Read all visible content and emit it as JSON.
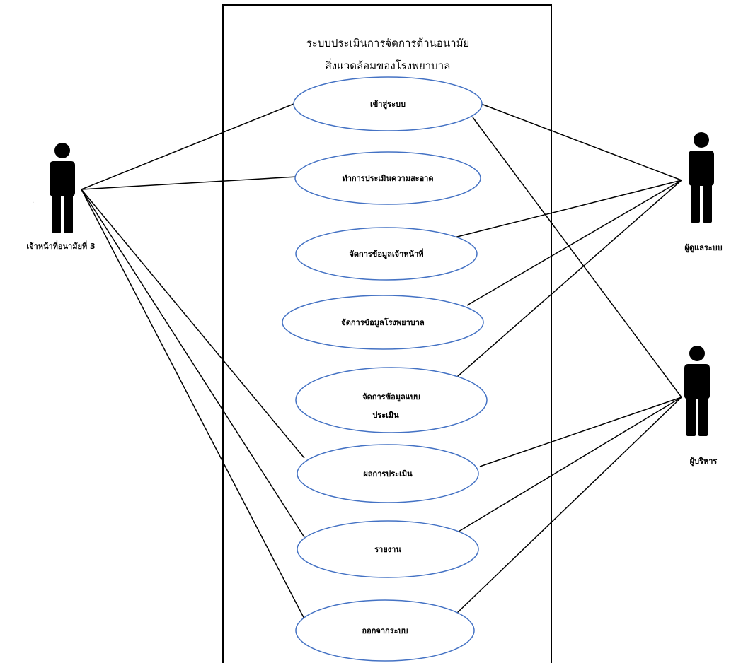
{
  "system": {
    "title_line1": "ระบบประเมินการจัดการด้านอนามัย",
    "title_line2": "สิ่งแวดล้อมของโรงพยาบาล"
  },
  "actors": {
    "officer": {
      "name": "เจ้าหน้าที่อนามัยที่ 3"
    },
    "auditor": {
      "name": "ผู้ดูแลระบบ"
    },
    "executive": {
      "name": "ผู้บริหาร"
    }
  },
  "use_cases": {
    "login": "เข้าสู่ระบบ",
    "evaluate_cleanliness": "ทำการประเมินความสะอาด",
    "manage_staff": "จัดการข้อมูลเจ้าหน้าที่",
    "manage_hospital": "จัดการข้อมูลโรงพยาบาล",
    "manage_form_line1": "จัดการข้อมูลแบบ",
    "manage_form_line2": "ประเมิน",
    "results": "ผลการประเมิน",
    "report": "รายงาน",
    "logout": "ออกจากระบบ"
  },
  "stray_mark": "."
}
